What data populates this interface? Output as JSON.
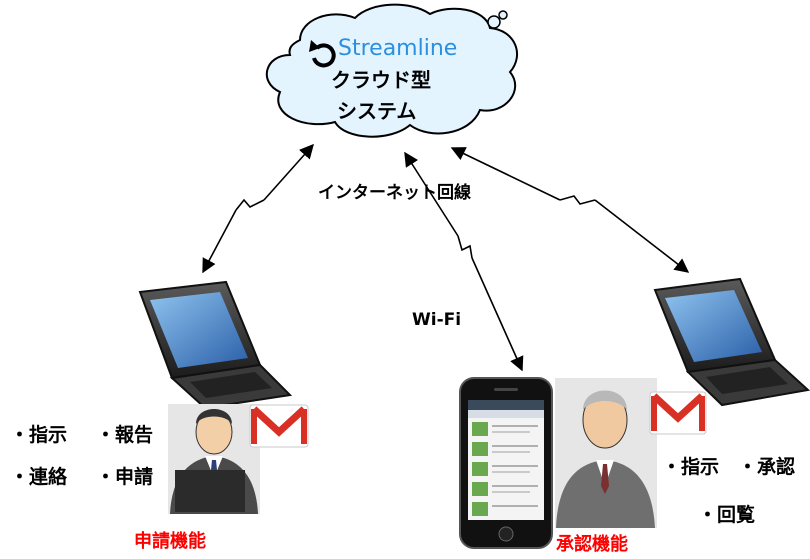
{
  "cloud": {
    "brand": "Streamline",
    "line1": "クラウド型",
    "line2": "システム",
    "brand_color": "#2b8fe0"
  },
  "connections": {
    "internet_label": "インターネット回線",
    "wifi_label": "Wi-Fi"
  },
  "left_user": {
    "items_row1": [
      "・指示",
      "・報告"
    ],
    "items_row2": [
      "・連絡",
      "・申請"
    ],
    "function_label": "申請機能"
  },
  "right_user": {
    "items_row1": [
      "・指示",
      "・承認"
    ],
    "items_row2": [
      "・回覧"
    ],
    "function_label": "承認機能"
  },
  "icons": [
    "cloud-icon",
    "refresh-icon",
    "laptop-icon",
    "smartphone-icon",
    "person-icon",
    "gmail-icon"
  ],
  "colors": {
    "function_label": "#ff0000",
    "gmail_red": "#d93025"
  }
}
